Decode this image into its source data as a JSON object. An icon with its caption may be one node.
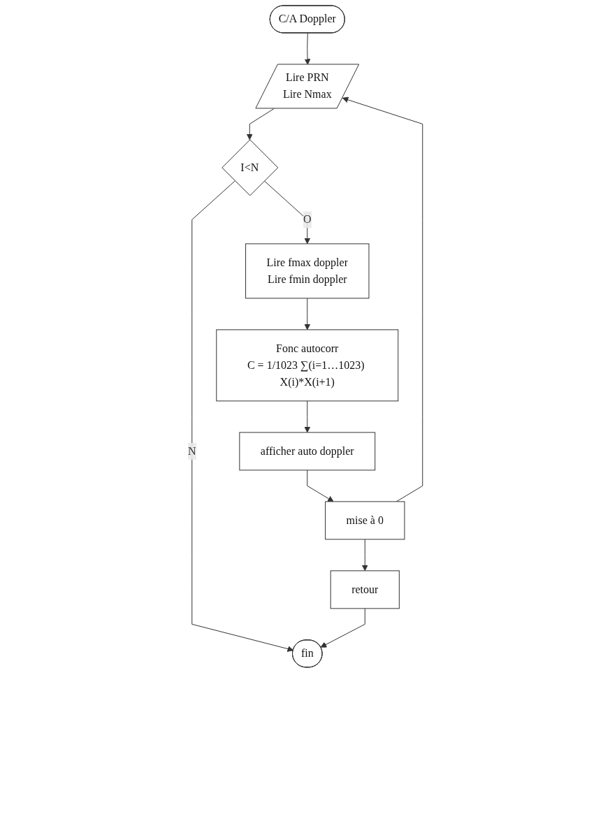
{
  "diagram": {
    "nodes": [
      {
        "text": [
          "C/A Doppler"
        ]
      },
      {
        "text": [
          "Lire PRN",
          "Lire Nmax"
        ]
      },
      {
        "text": [
          "I<N"
        ]
      },
      {
        "text": [
          "Lire fmax doppler",
          "Lire fmin doppler"
        ]
      },
      {
        "text": [
          "Fonc autocorr",
          "C = 1/1023 ∑(i=1…1023) X(i)*X(i+1)"
        ]
      },
      {
        "text": [
          "afficher auto doppler"
        ]
      },
      {
        "text": [
          "mise à 0"
        ]
      },
      {
        "text": [
          "retour"
        ]
      },
      {
        "text": [
          "fin"
        ]
      }
    ],
    "edges": [
      {
        "from": 0,
        "to": 1,
        "arrow": "to"
      },
      {
        "from": 1,
        "to": 2,
        "arrow": "to"
      },
      {
        "from": 2,
        "to": 8,
        "label": "N",
        "arrow": "to"
      },
      {
        "from": 2,
        "to": 3,
        "label": "O",
        "arrow": "to"
      },
      {
        "from": 3,
        "to": 4,
        "arrow": "to"
      },
      {
        "from": 4,
        "to": 5,
        "arrow": "to"
      },
      {
        "from": 5,
        "to": 6,
        "arrow": "to"
      },
      {
        "from": 6,
        "to": 7,
        "arrow": "to"
      },
      {
        "from": 6,
        "to": 1,
        "arrow": "to"
      },
      {
        "from": 7,
        "to": 8,
        "arrow": "to"
      }
    ]
  }
}
